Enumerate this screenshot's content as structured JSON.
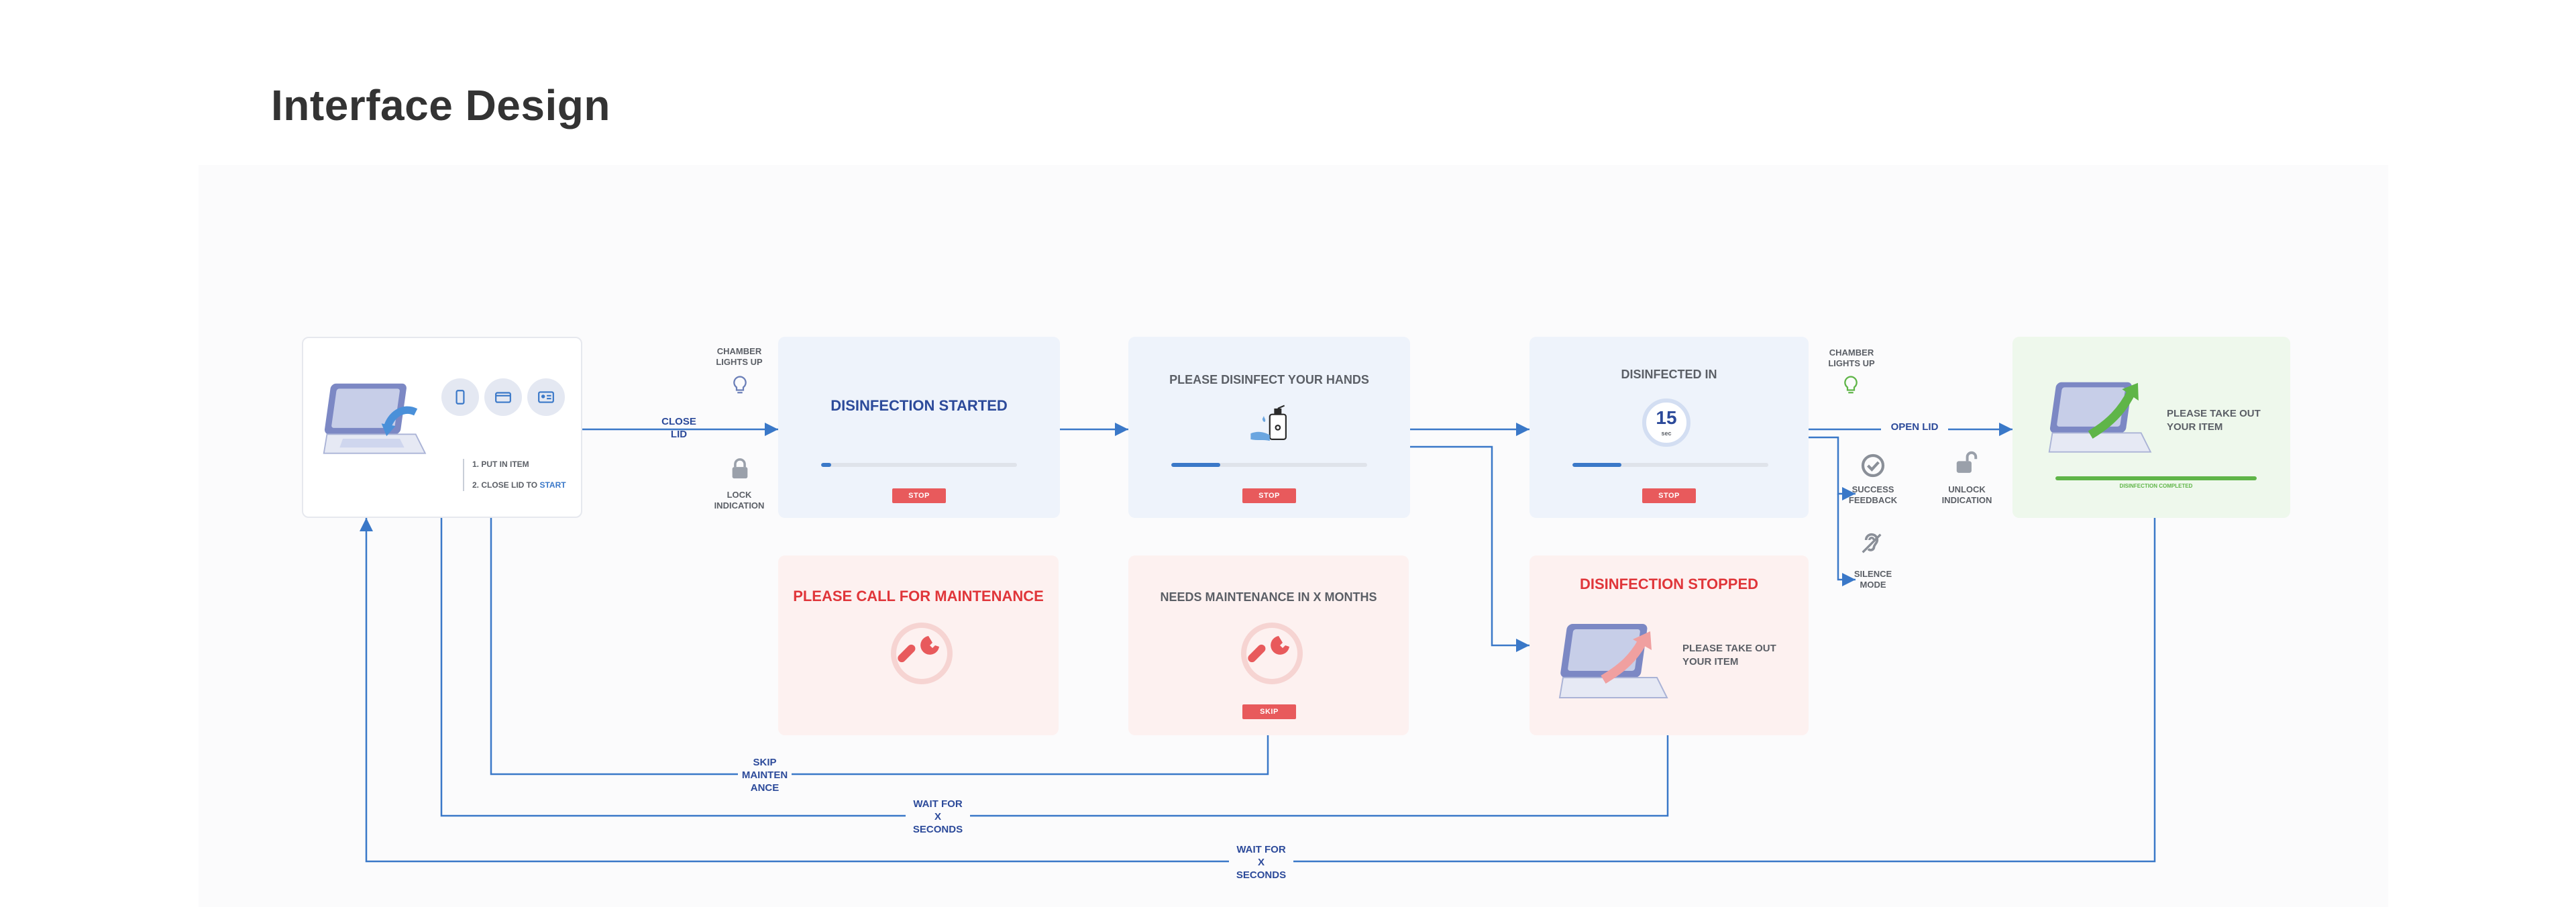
{
  "page": {
    "title": "Interface Design"
  },
  "colors": {
    "accent_blue": "#3a78c8",
    "alert_red": "#e0363a",
    "success_green": "#5fb548",
    "text_gray": "#5b5f66"
  },
  "start_screen": {
    "step1": "1. PUT IN ITEM",
    "step2_prefix": "2. CLOSE LID TO ",
    "step2_action": "START"
  },
  "screens": {
    "started": {
      "title": "DISINFECTION STARTED",
      "button": "STOP",
      "progress": 0.05
    },
    "hands": {
      "title": "PLEASE DISINFECT YOUR HANDS",
      "button": "STOP",
      "progress": 0.25
    },
    "countdown": {
      "title": "DISINFECTED IN",
      "number": "15",
      "unit": "sec",
      "button": "STOP",
      "progress": 0.25
    },
    "done": {
      "message_l1": "PLEASE TAKE OUT",
      "message_l2": "YOUR ITEM",
      "bar_label": "DISINFECTION COMPLETED",
      "progress": 1.0
    },
    "call_maint": {
      "title": "PLEASE CALL FOR MAINTENANCE"
    },
    "needs_maint": {
      "title": "NEEDS MAINTENANCE IN X MONTHS",
      "button": "SKIP"
    },
    "stopped": {
      "title": "DISINFECTION STOPPED",
      "message_l1": "PLEASE TAKE OUT",
      "message_l2": "YOUR ITEM"
    }
  },
  "labels": {
    "close_lid_l1": "CLOSE",
    "close_lid_l2": "LID",
    "chamber1_l1": "CHAMBER",
    "chamber1_l2": "LIGHTS UP",
    "lock_l1": "LOCK",
    "lock_l2": "INDICATION",
    "chamber2_l1": "CHAMBER",
    "chamber2_l2": "LIGHTS UP",
    "open_lid": "OPEN LID",
    "success_l1": "SUCCESS",
    "success_l2": "FEEDBACK",
    "unlock_l1": "UNLOCK",
    "unlock_l2": "INDICATION",
    "silence_l1": "SILENCE",
    "silence_l2": "MODE",
    "skip_l1": "SKIP",
    "skip_l2": "MAINTEN",
    "skip_l3": "ANCE",
    "wait1_l1": "WAIT FOR",
    "wait1_l2": "X",
    "wait1_l3": "SECONDS",
    "wait2_l1": "WAIT FOR",
    "wait2_l2": "X",
    "wait2_l3": "SECONDS"
  },
  "icons": [
    "phone-icon",
    "card-icon",
    "id-card-icon",
    "bulb-icon",
    "lock-icon",
    "hand-sanitizer-icon",
    "wrench-icon",
    "check-circle-icon",
    "unlock-icon",
    "ear-off-icon",
    "device-illustration-icon"
  ]
}
